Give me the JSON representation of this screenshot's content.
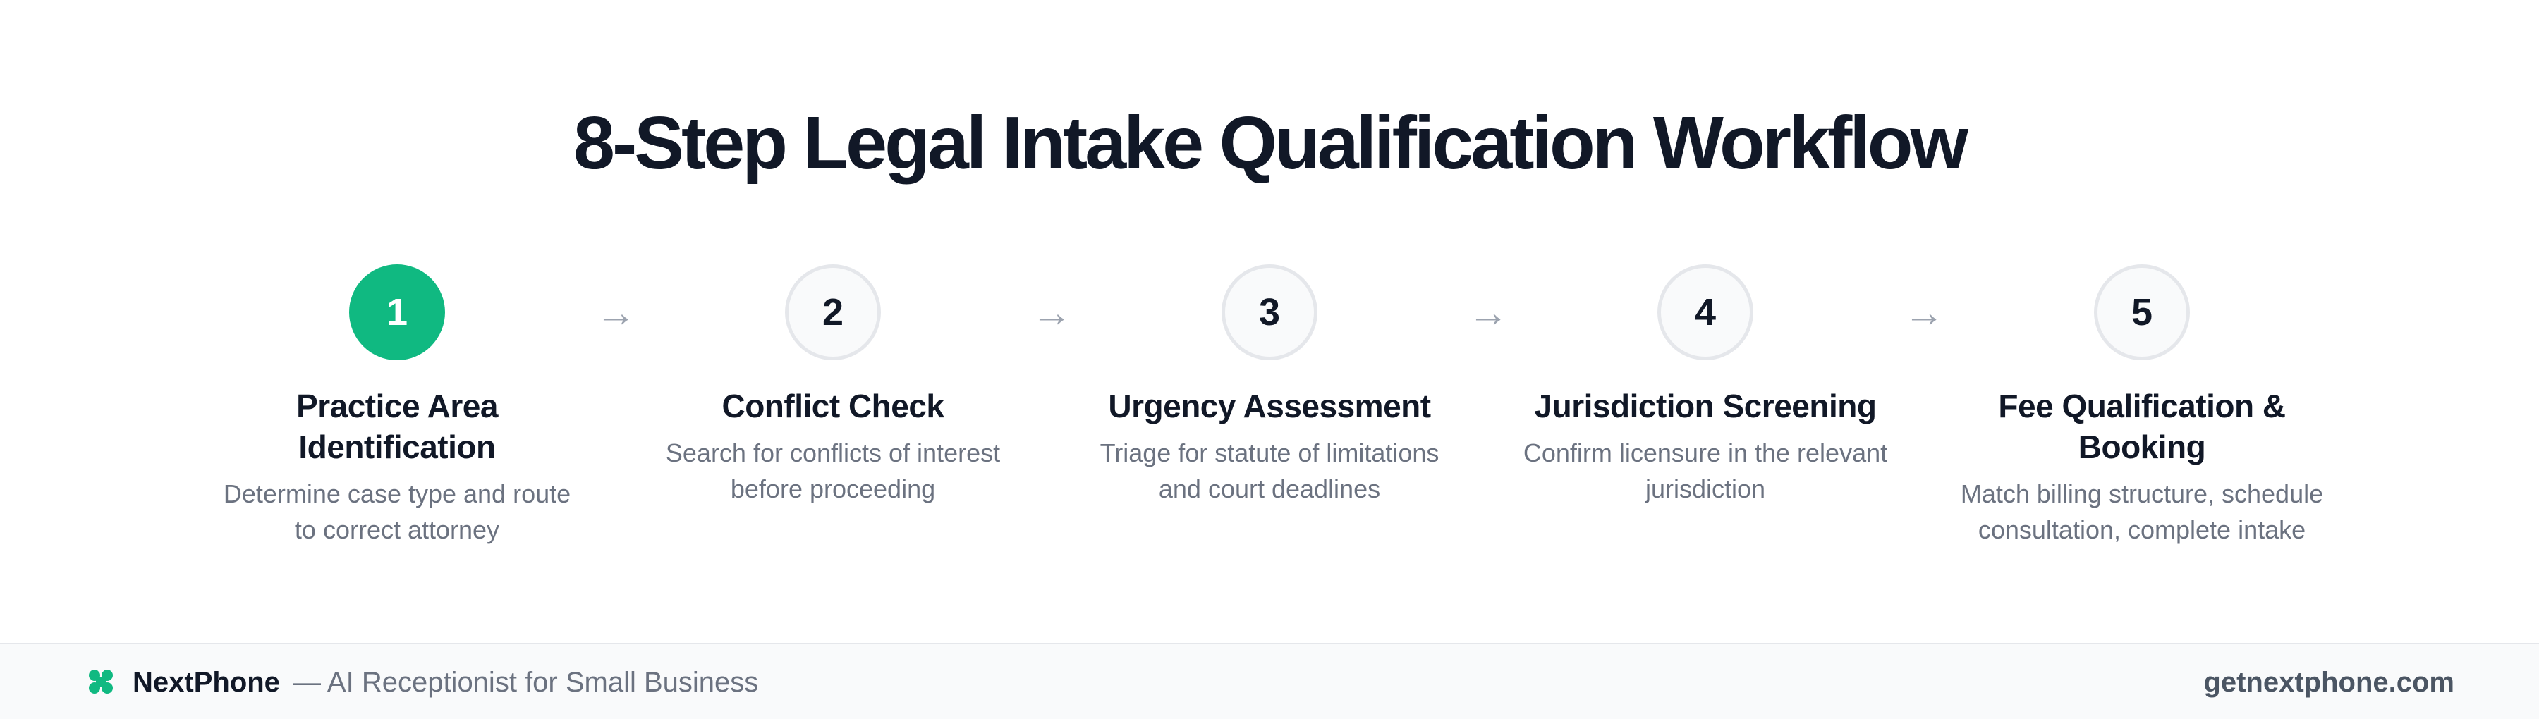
{
  "title": "8-Step Legal Intake Qualification Workflow",
  "colors": {
    "accent": "#10b981",
    "title_text": "#111827",
    "muted_text": "#6b7280",
    "circle_border": "#e5e7eb",
    "arrow": "#9ca3af"
  },
  "steps": [
    {
      "number": "1",
      "title_lines": [
        "Practice Area",
        "Identification"
      ],
      "desc_lines": [
        "Determine case type and route",
        "to correct attorney"
      ],
      "active": true
    },
    {
      "number": "2",
      "title_lines": [
        "Conflict Check"
      ],
      "desc_lines": [
        "Search for conflicts of interest",
        "before proceeding"
      ],
      "active": false
    },
    {
      "number": "3",
      "title_lines": [
        "Urgency Assessment"
      ],
      "desc_lines": [
        "Triage for statute of limitations",
        "and court deadlines"
      ],
      "active": false
    },
    {
      "number": "4",
      "title_lines": [
        "Jurisdiction Screening"
      ],
      "desc_lines": [
        "Confirm licensure in the relevant",
        "jurisdiction"
      ],
      "active": false
    },
    {
      "number": "5",
      "title_lines": [
        "Fee Qualification &",
        "Booking"
      ],
      "desc_lines": [
        "Match billing structure, schedule",
        "consultation, complete intake"
      ],
      "active": false
    }
  ],
  "arrow_glyph": "→",
  "footer": {
    "logo_icon": "nextphone-logo-icon",
    "brand": "NextPhone",
    "tagline": "— AI Receptionist for Small Business",
    "url": "getnextphone.com"
  }
}
